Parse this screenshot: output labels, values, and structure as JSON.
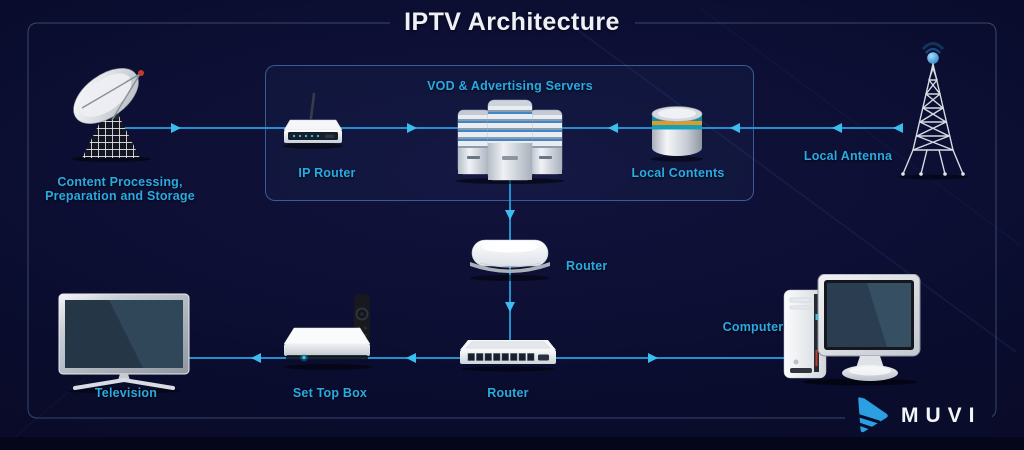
{
  "title": "IPTV Architecture",
  "group_box": {
    "label": "VOD & Advertising Servers"
  },
  "nodes": {
    "content_processing": {
      "label_line1": "Content Processing,",
      "label_line2": "Preparation and Storage"
    },
    "ip_router": {
      "label": "IP Router"
    },
    "local_contents": {
      "label": "Local Contents"
    },
    "local_antenna": {
      "label": "Local Antenna"
    },
    "core_router": {
      "label": "Router"
    },
    "television": {
      "label": "Television"
    },
    "set_top_box": {
      "label": "Set Top Box"
    },
    "access_router": {
      "label": "Router"
    },
    "computer": {
      "label": "Computer"
    }
  },
  "brand": {
    "name": "MUVI"
  },
  "colors": {
    "background": "#0b0d30",
    "accent_line": "#2aa2e0",
    "arrow": "#3cbdf0",
    "label": "#29abe2",
    "title": "#eef0f6",
    "logo_blue": "#2b9fe2"
  }
}
